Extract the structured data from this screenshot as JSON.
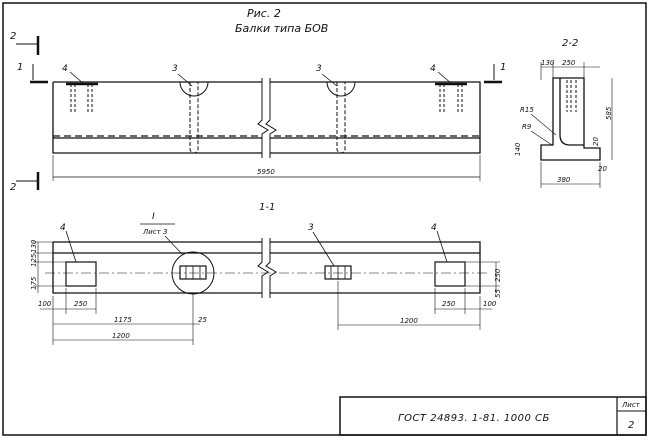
{
  "figure": {
    "number": "Рис. 2",
    "title": "Балки типа БОВ"
  },
  "elevation": {
    "section_marks": [
      "2",
      "1",
      "1",
      "2"
    ],
    "callouts": [
      "4",
      "3",
      "3",
      "4"
    ],
    "length_dim": "5950"
  },
  "plan": {
    "view_title": "1-1",
    "detail_ref_num": "I",
    "detail_ref_sheet": "Лист 3",
    "callouts": [
      "4",
      "3",
      "4"
    ],
    "dims_left_vertical": [
      "130",
      "125",
      "175"
    ],
    "dims_right_vertical": [
      "250",
      "55"
    ],
    "dim_100_left": "100",
    "dim_250_left": "250",
    "dim_1175": "1175",
    "dim_25": "25",
    "dim_1200_left": "1200",
    "dim_250_right": "250",
    "dim_100_right": "100",
    "dim_1200_right": "1200"
  },
  "section": {
    "title": "2-2",
    "dims": [
      "130",
      "250",
      "585",
      "R15",
      "R9",
      "140",
      "20",
      "20",
      "380"
    ]
  },
  "stamp": {
    "code": "ГОСТ 24893. 1-81. 1000 СБ",
    "sheet_label": "Лист",
    "sheet_number": "2"
  }
}
